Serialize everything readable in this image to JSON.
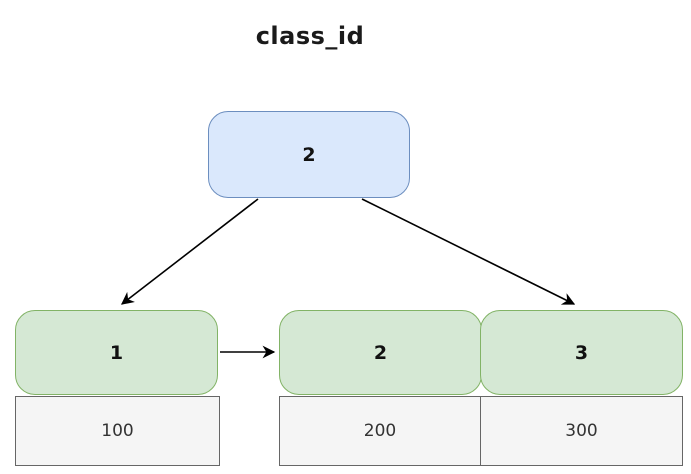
{
  "diagram": {
    "title": "class_id",
    "root": {
      "label": "2"
    },
    "children": [
      {
        "label": "1",
        "value": "100"
      },
      {
        "label": "2",
        "value": "200"
      },
      {
        "label": "3",
        "value": "300"
      }
    ],
    "edges": [
      {
        "from": "root",
        "to": "child-1"
      },
      {
        "from": "root",
        "to": "child-3"
      },
      {
        "from": "child-1",
        "to": "child-2"
      }
    ],
    "colors": {
      "root_fill": "#dae8fc",
      "root_border": "#6c8ebf",
      "child_fill": "#d5e8d4",
      "child_border": "#82b366",
      "value_fill": "#f5f5f5",
      "value_border": "#666666",
      "value_text": "#333333",
      "arrow": "#000000",
      "background": "#ffffff"
    }
  }
}
